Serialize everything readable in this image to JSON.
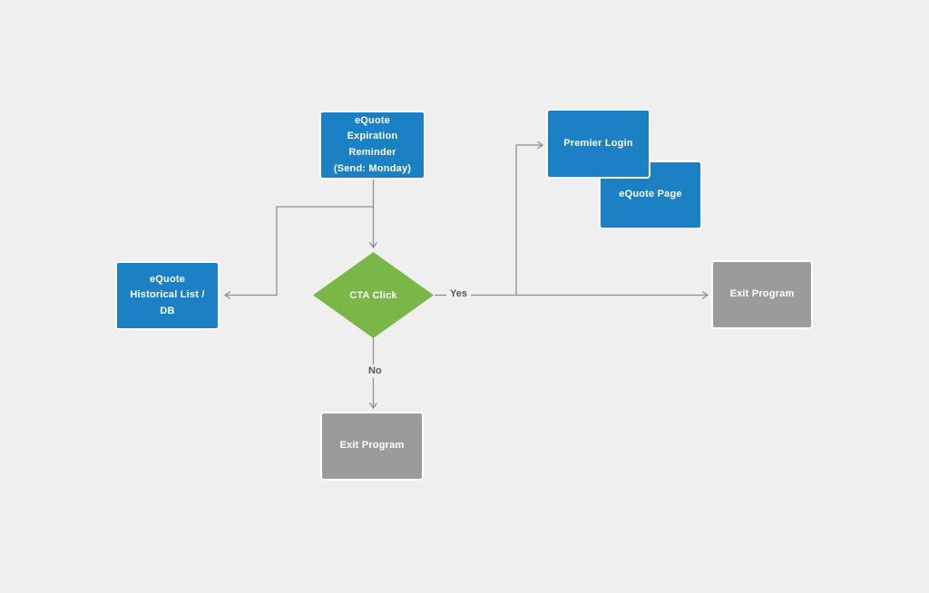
{
  "palette": {
    "background": "#efefef",
    "node_blue": "#1b80c4",
    "node_green": "#7ab648",
    "node_gray": "#9b9b9b",
    "connector_line": "#8f8f8f",
    "node_text": "#ffffff",
    "edge_label_text": "#565656"
  },
  "nodes": {
    "reminder": {
      "label": "eQuote\nExpiration Reminder\n(Send: Monday)"
    },
    "premier_login": {
      "label": "Premier Login"
    },
    "equote_page": {
      "label": "eQuote Page"
    },
    "historical_list": {
      "label": "eQuote\nHistorical List / DB"
    },
    "cta_click": {
      "label": "CTA Click"
    },
    "exit_program_right": {
      "label": "Exit Program"
    },
    "exit_program_bottom": {
      "label": "Exit Program"
    }
  },
  "edges": [
    {
      "from": "reminder",
      "to": "cta_click",
      "label": ""
    },
    {
      "from": "reminder",
      "to": "historical_list",
      "label": ""
    },
    {
      "from": "cta_click",
      "to": "exit_program_right",
      "label": "Yes"
    },
    {
      "from": "cta_click",
      "to": "premier_login",
      "label": "Yes"
    },
    {
      "from": "cta_click",
      "to": "exit_program_bottom",
      "label": "No"
    }
  ],
  "edge_labels": {
    "yes": "Yes",
    "no": "No"
  }
}
